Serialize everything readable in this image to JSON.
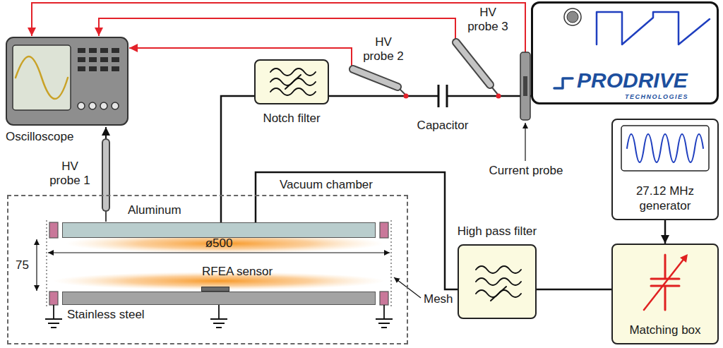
{
  "diagram": {
    "nodes": [
      {
        "text": [
          "Oscilloscope"
        ]
      },
      {
        "text": [
          "Notch filter"
        ]
      },
      {
        "text": [
          "PRODRIVE",
          "TECHNOLOGIES"
        ]
      },
      {
        "text": [
          "27.12 MHz generator"
        ]
      },
      {
        "text": [
          "Vacuum chamber"
        ]
      },
      {
        "text": [
          "Aluminum"
        ],
        "in": 4
      },
      {
        "text": [
          "RFEA sensor"
        ],
        "in": 4
      },
      {
        "text": [
          "Stainless steel"
        ],
        "in": 4
      },
      {
        "text": [
          "High pass filter"
        ]
      },
      {
        "text": [
          "Matching box"
        ]
      }
    ],
    "edges": [
      {
        "from": 1,
        "to": 5,
        "arrow": "none"
      },
      {
        "from": 1,
        "to": 2,
        "arrow": "none"
      },
      {
        "from": 5,
        "to": 8,
        "arrow": "none"
      },
      {
        "from": 8,
        "to": 9,
        "arrow": "none"
      },
      {
        "from": 3,
        "to": 9,
        "arrow": "to"
      }
    ],
    "labels": [
      "HV probe 1",
      "HV probe 2",
      "HV probe 3",
      "Capacitor",
      "Current probe",
      "75",
      "ø500",
      "Mesh"
    ]
  }
}
